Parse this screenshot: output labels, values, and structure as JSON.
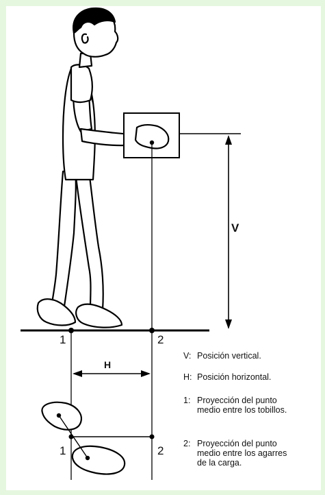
{
  "diagram": {
    "v_label": "V",
    "h_label": "H",
    "point_1": "1",
    "point_2": "2",
    "legend": [
      {
        "key": "V:",
        "text": "Posición vertical."
      },
      {
        "key": "H:",
        "text": "Posición horizontal."
      },
      {
        "key": "1:",
        "text": "Proyección del punto medio entre los tobillos."
      },
      {
        "key": "2:",
        "text": "Proyección del punto medio entre los agarres de la carga."
      }
    ]
  }
}
